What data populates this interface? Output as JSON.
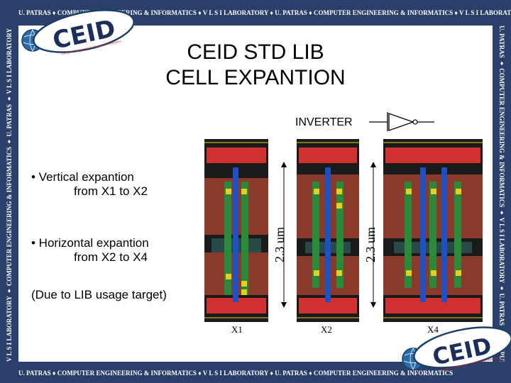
{
  "border": {
    "top_text": "U. PATRAS  ♦  COMPUTER ENGINEERING & INFORMATICS  ♦  V L S I  LABORATORY  ♦  U. PATRAS  ♦  COMPUTER ENGINEERING & INFORMATICS  ♦  V L S I  LABORATORY",
    "bottom_text": "U. PATRAS  ♦  COMPUTER ENGINEERING & INFORMATICS  ♦  V L S I  LABORATORY  ♦  U. PATRAS  ♦  COMPUTER ENGINEERING & INFORMATICS",
    "left_text": "V L S I  LABORATORY  ♦  COMPUTER ENGINEERING & INFORMATICS  ♦  U. PATRAS  ♦  V L S I  LABORATORY  ♦  COMPUTER ENGINEERING & INFORMATICS  ♦  U. PATRAS",
    "right_text": "U. PATRAS  ♦  COMPUTER ENGINEERING & INFORMATICS  ♦  V L S I  LABORATORY  ♦  U. PATRAS  ♦  COMPUTER ENGINEERING & INFORMATICS  ♦  V L S I",
    "color": "#2b3f6b"
  },
  "logo": {
    "text": "CEID",
    "tagline": "Computer Engineering & Informatics Department"
  },
  "title": {
    "line1": "CEID STD LIB",
    "line2": "CELL EXPANTION"
  },
  "inverter_label": "INVERTER",
  "bullets": [
    {
      "main": "• Vertical expantion",
      "sub": "from X1 to X2"
    },
    {
      "main": "• Horizontal expantion",
      "sub": "from X2 to X4"
    }
  ],
  "note": "(Due to LIB usage target)",
  "cells": [
    "X1",
    "X2",
    "X4"
  ],
  "dimensions": [
    "2.3 um",
    "2.3 um"
  ]
}
